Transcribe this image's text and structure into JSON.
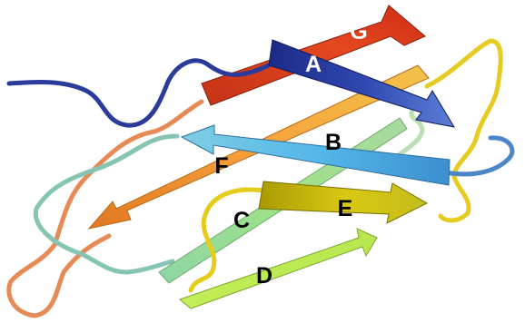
{
  "strands": [
    {
      "id": "A",
      "label": "A",
      "color": "#2c3d9e",
      "label_color": "#ffffff"
    },
    {
      "id": "B",
      "label": "B",
      "color": "#57b6e4",
      "label_color": "#000000"
    },
    {
      "id": "C",
      "label": "C",
      "color": "#98e08f",
      "label_color": "#000000"
    },
    {
      "id": "D",
      "label": "D",
      "color": "#c6f25a",
      "label_color": "#000000"
    },
    {
      "id": "E",
      "label": "E",
      "color": "#d1c20c",
      "label_color": "#000000"
    },
    {
      "id": "F",
      "label": "F",
      "color": "#f2952d",
      "label_color": "#000000"
    },
    {
      "id": "G",
      "label": "G",
      "color": "#d8401d",
      "label_color": "#ffffff"
    }
  ],
  "colors": {
    "n_terminus": "#2a3b9c",
    "loop_orange": "#e88a55",
    "loop_teal": "#8cc7b8",
    "loop_yellow": "#e6cc22",
    "background": "#ffffff"
  }
}
